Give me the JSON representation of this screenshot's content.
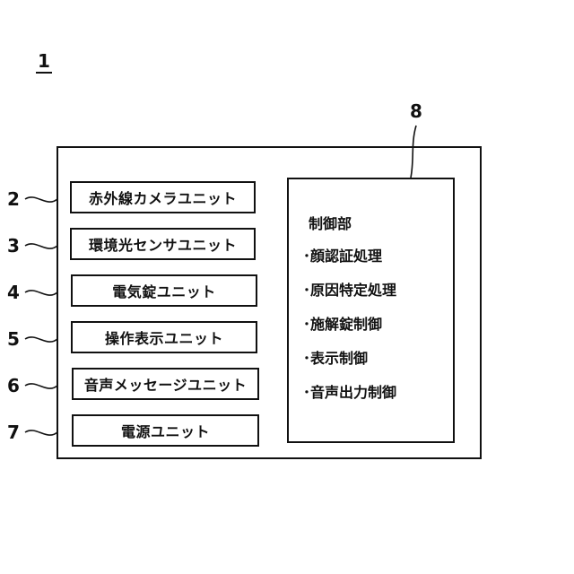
{
  "figure_number": "1",
  "units": [
    {
      "ref": "2",
      "label": "赤外線カメラユニット"
    },
    {
      "ref": "3",
      "label": "環境光センサユニット"
    },
    {
      "ref": "4",
      "label": "電気錠ユニット"
    },
    {
      "ref": "5",
      "label": "操作表示ユニット"
    },
    {
      "ref": "6",
      "label": "音声メッセージユニット"
    },
    {
      "ref": "7",
      "label": "電源ユニット"
    }
  ],
  "control": {
    "ref": "8",
    "title": "制御部",
    "items": [
      "･顔認証処理",
      "･原因特定処理",
      "･施解錠制御",
      "･表示制御",
      "･音声出力制御"
    ]
  }
}
